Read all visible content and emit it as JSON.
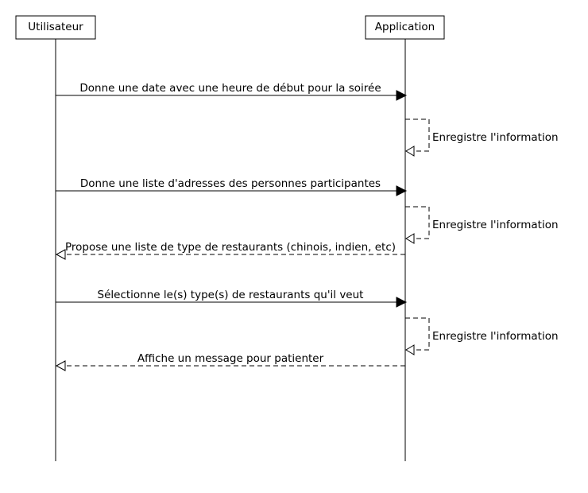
{
  "participants": [
    {
      "id": "user",
      "label": "Utilisateur"
    },
    {
      "id": "app",
      "label": "Application"
    }
  ],
  "messages": [
    {
      "from": "user",
      "to": "app",
      "style": "solid",
      "label": "Donne une date avec une heure de début pour la soirée"
    },
    {
      "from": "app",
      "to": "app",
      "style": "self",
      "label": "Enregistre l'information"
    },
    {
      "from": "user",
      "to": "app",
      "style": "solid",
      "label": "Donne une liste d'adresses des personnes participantes"
    },
    {
      "from": "app",
      "to": "app",
      "style": "self",
      "label": "Enregistre l'information"
    },
    {
      "from": "app",
      "to": "user",
      "style": "dashed",
      "label": "Propose une liste de type de restaurants (chinois, indien, etc)"
    },
    {
      "from": "user",
      "to": "app",
      "style": "solid",
      "label": "Sélectionne le(s) type(s) de restaurants qu'il veut"
    },
    {
      "from": "app",
      "to": "app",
      "style": "self",
      "label": "Enregistre l'information"
    },
    {
      "from": "app",
      "to": "user",
      "style": "dashed",
      "label": "Affiche un message pour patienter"
    }
  ]
}
